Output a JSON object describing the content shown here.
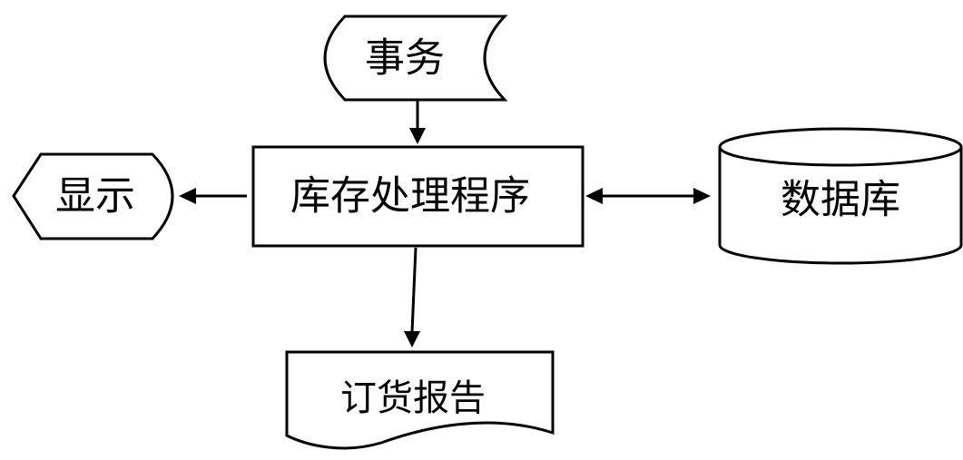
{
  "diagram": {
    "nodes": {
      "transaction": {
        "label": "事务",
        "shape": "stored-data"
      },
      "inventory_process": {
        "label": "库存处理程序",
        "shape": "process"
      },
      "display": {
        "label": "显示",
        "shape": "display"
      },
      "database": {
        "label": "数据库",
        "shape": "database"
      },
      "order_report": {
        "label": "订货报告",
        "shape": "document"
      }
    },
    "edges": [
      {
        "from": "transaction",
        "to": "inventory_process",
        "direction": "forward"
      },
      {
        "from": "inventory_process",
        "to": "display",
        "direction": "forward"
      },
      {
        "from": "inventory_process",
        "to": "database",
        "direction": "both"
      },
      {
        "from": "inventory_process",
        "to": "order_report",
        "direction": "forward"
      }
    ]
  }
}
